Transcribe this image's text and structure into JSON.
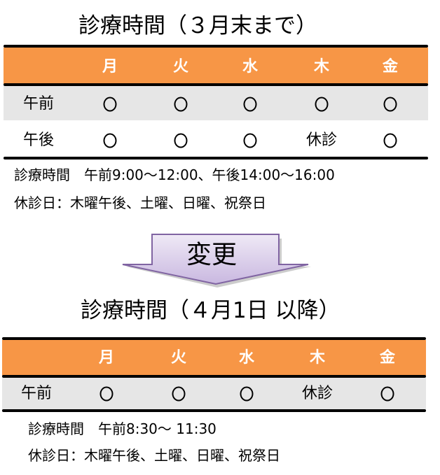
{
  "before": {
    "title": "診療時間（３月末まで）",
    "days": [
      "月",
      "火",
      "水",
      "木",
      "金"
    ],
    "rows": [
      {
        "label": "午前",
        "cells": [
          "○",
          "○",
          "○",
          "○",
          "○"
        ]
      },
      {
        "label": "午後",
        "cells": [
          "○",
          "○",
          "○",
          "休診",
          "○"
        ]
      }
    ],
    "hours": "診療時間　午前9:00～12:00、午後14:00～16:00",
    "closed": "休診日：木曜午後、土曜、日曜、祝祭日"
  },
  "change_label": "変更",
  "after": {
    "title": "診療時間（４月1日 以降）",
    "days": [
      "月",
      "火",
      "水",
      "木",
      "金"
    ],
    "rows": [
      {
        "label": "午前",
        "cells": [
          "○",
          "○",
          "○",
          "休診",
          "○"
        ]
      }
    ],
    "hours": "診療時間　午前8:30～ 11:30",
    "closed": "休診日：木曜午後、土曜、日曜、祝祭日"
  },
  "colors": {
    "header": "#f79646",
    "row": "#e6e6e6",
    "arrow": "#d9cdea",
    "arrow_border": "#8064a2"
  }
}
